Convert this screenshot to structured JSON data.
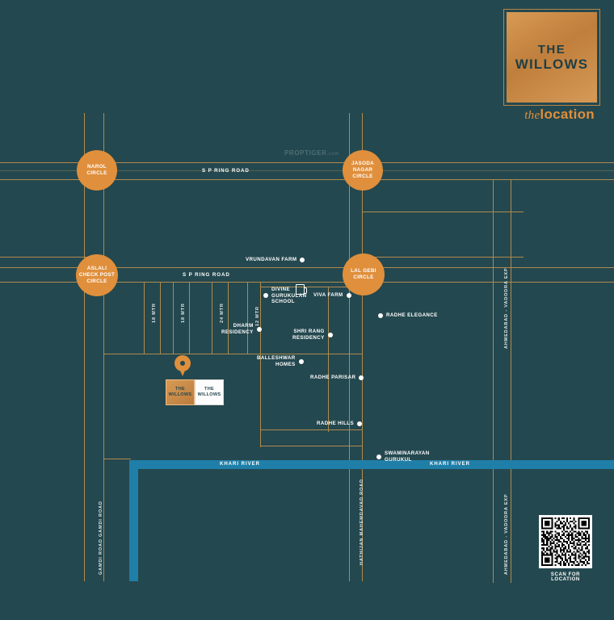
{
  "brand": {
    "logo_line1": "THE",
    "logo_line2": "WILLOWS",
    "sub_italic": "the",
    "sub_bold": "location"
  },
  "watermark": {
    "name": "PROPTIGER",
    "suffix": ".com"
  },
  "qr": {
    "caption": "SCAN FOR LOCATION"
  },
  "circles": [
    {
      "id": "narol",
      "label": "NAROL\nCIRCLE"
    },
    {
      "id": "jasoda",
      "label": "JASODA\nNAGAR\nCIRCLE"
    },
    {
      "id": "aslali",
      "label": "ASLALI\nCHECK POST\nCIRCLE"
    },
    {
      "id": "lalgebi",
      "label": "LAL GEBI\nCIRCLE"
    }
  ],
  "roads": {
    "ring_road_top": "S P RING ROAD",
    "ring_road_mid": "S P RING ROAD",
    "mtr_18_a": "18 MTR",
    "mtr_18_b": "18 MTR",
    "mtr_24": "24 MTR",
    "mtr_12": "12 MTR",
    "expressway_right_top": "AHMEDABAD - VADODRA EXP",
    "expressway_right_bottom": "AHMEDABAD - VADODRA EXP",
    "gamdi_road": "GAMDI ROAD GAMDI ROAD",
    "hathijan_road": "HATHIJAN MAHEMDAVAD ROAD"
  },
  "river": {
    "label_left": "KHARI RIVER",
    "label_right": "KHARI RIVER",
    "color": "#1f7fa8"
  },
  "pois": [
    {
      "name": "VRUNDAVAN FARM",
      "side": "right"
    },
    {
      "name": "DIVINE\nGURUKULAN\nSCHOOL",
      "side": "left"
    },
    {
      "name": "VIVA FARM",
      "side": "right"
    },
    {
      "name": "RADHE ELEGANCE",
      "side": "left"
    },
    {
      "name": "DHARM\nRESIDENCY",
      "side": "right"
    },
    {
      "name": "SHRI RANG\nRESIDENCY",
      "side": "right"
    },
    {
      "name": "BALLESHWAR\nHOMES",
      "side": "right"
    },
    {
      "name": "RADHE PARISAR",
      "side": "right"
    },
    {
      "name": "RADHE HILLS",
      "side": "right"
    },
    {
      "name": "SWAMINARAYAN\nGURUKUL",
      "side": "left"
    }
  ],
  "project": {
    "box_tan": "THE\nWILLOWS",
    "box_white": "THE\nWILLOWS"
  },
  "colors": {
    "background": "#24484f",
    "accent": "#e08f3c",
    "road": "#b08a4e",
    "river": "#1f7fa8"
  }
}
